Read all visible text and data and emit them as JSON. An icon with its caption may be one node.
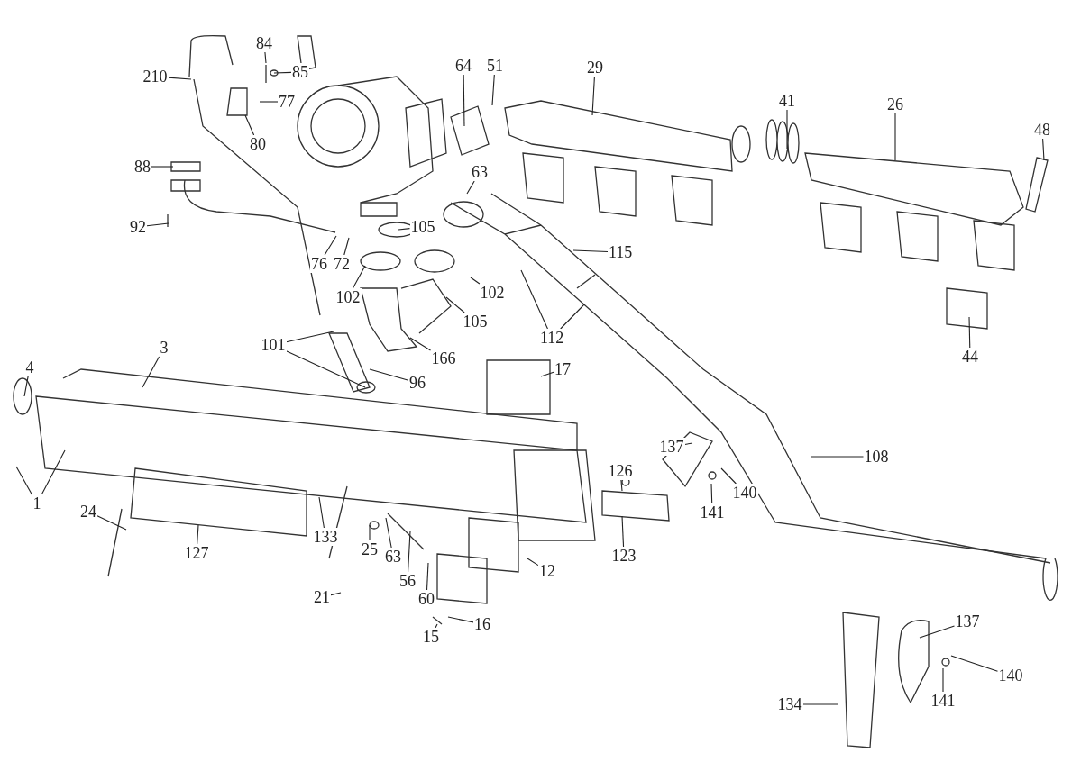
{
  "diagram": {
    "nodes": [
      {
        "text": [
          "84"
        ]
      },
      {
        "text": [
          "85"
        ]
      },
      {
        "text": [
          "210"
        ]
      },
      {
        "text": [
          "77"
        ]
      },
      {
        "text": [
          "80"
        ]
      },
      {
        "text": [
          "64"
        ]
      },
      {
        "text": [
          "51"
        ]
      },
      {
        "text": [
          "29"
        ]
      },
      {
        "text": [
          "41"
        ]
      },
      {
        "text": [
          "26"
        ]
      },
      {
        "text": [
          "48"
        ]
      },
      {
        "text": [
          "88"
        ]
      },
      {
        "text": [
          "63"
        ]
      },
      {
        "text": [
          "92"
        ]
      },
      {
        "text": [
          "105"
        ]
      },
      {
        "text": [
          "115"
        ]
      },
      {
        "text": [
          "76"
        ]
      },
      {
        "text": [
          "72"
        ]
      },
      {
        "text": [
          "102"
        ]
      },
      {
        "text": [
          "102"
        ]
      },
      {
        "text": [
          "105"
        ]
      },
      {
        "text": [
          "112"
        ]
      },
      {
        "text": [
          "44"
        ]
      },
      {
        "text": [
          "4"
        ]
      },
      {
        "text": [
          "3"
        ]
      },
      {
        "text": [
          "101"
        ]
      },
      {
        "text": [
          "166"
        ]
      },
      {
        "text": [
          "96"
        ]
      },
      {
        "text": [
          "17"
        ]
      },
      {
        "text": [
          "126"
        ]
      },
      {
        "text": [
          "137"
        ]
      },
      {
        "text": [
          "108"
        ]
      },
      {
        "text": [
          "140"
        ]
      },
      {
        "text": [
          "141"
        ]
      },
      {
        "text": [
          "1"
        ]
      },
      {
        "text": [
          "24"
        ]
      },
      {
        "text": [
          "127"
        ]
      },
      {
        "text": [
          "133"
        ]
      },
      {
        "text": [
          "25"
        ]
      },
      {
        "text": [
          "63"
        ]
      },
      {
        "text": [
          "56"
        ]
      },
      {
        "text": [
          "60"
        ]
      },
      {
        "text": [
          "12"
        ]
      },
      {
        "text": [
          "123"
        ]
      },
      {
        "text": [
          "21"
        ]
      },
      {
        "text": [
          "16"
        ]
      },
      {
        "text": [
          "15"
        ]
      },
      {
        "text": [
          "137"
        ]
      },
      {
        "text": [
          "140"
        ]
      },
      {
        "text": [
          "141"
        ]
      },
      {
        "text": [
          "134"
        ]
      }
    ],
    "edges": [
      {
        "from": 0,
        "to": null,
        "arrow": "none"
      },
      {
        "from": 1,
        "to": null,
        "arrow": "none"
      },
      {
        "from": 2,
        "to": null,
        "arrow": "none"
      },
      {
        "from": 3,
        "to": null,
        "arrow": "none"
      },
      {
        "from": 4,
        "to": null,
        "arrow": "none"
      },
      {
        "from": 5,
        "to": null,
        "arrow": "none"
      },
      {
        "from": 6,
        "to": null,
        "arrow": "none"
      },
      {
        "from": 7,
        "to": null,
        "arrow": "none"
      },
      {
        "from": 8,
        "to": null,
        "arrow": "none"
      },
      {
        "from": 9,
        "to": null,
        "arrow": "none"
      },
      {
        "from": 10,
        "to": null,
        "arrow": "none"
      },
      {
        "from": 11,
        "to": null,
        "arrow": "none"
      },
      {
        "from": 12,
        "to": null,
        "arrow": "none"
      },
      {
        "from": 13,
        "to": null,
        "arrow": "none"
      },
      {
        "from": 14,
        "to": null,
        "arrow": "none"
      },
      {
        "from": 15,
        "to": null,
        "arrow": "none"
      },
      {
        "from": 16,
        "to": null,
        "arrow": "none"
      },
      {
        "from": 17,
        "to": null,
        "arrow": "none"
      },
      {
        "from": 18,
        "to": null,
        "arrow": "none"
      },
      {
        "from": 19,
        "to": null,
        "arrow": "none"
      },
      {
        "from": 20,
        "to": null,
        "arrow": "none"
      },
      {
        "from": 21,
        "to": null,
        "arrow": "none"
      },
      {
        "from": 21,
        "to": null,
        "arrow": "none"
      },
      {
        "from": 22,
        "to": null,
        "arrow": "none"
      },
      {
        "from": 23,
        "to": null,
        "arrow": "none"
      },
      {
        "from": 24,
        "to": null,
        "arrow": "none"
      },
      {
        "from": 25,
        "to": null,
        "arrow": "none"
      },
      {
        "from": 25,
        "to": null,
        "arrow": "none"
      },
      {
        "from": 26,
        "to": null,
        "arrow": "none"
      },
      {
        "from": 27,
        "to": null,
        "arrow": "none"
      },
      {
        "from": 28,
        "to": null,
        "arrow": "none"
      },
      {
        "from": 29,
        "to": null,
        "arrow": "none"
      },
      {
        "from": 30,
        "to": null,
        "arrow": "none"
      },
      {
        "from": 31,
        "to": null,
        "arrow": "none"
      },
      {
        "from": 32,
        "to": null,
        "arrow": "none"
      },
      {
        "from": 33,
        "to": null,
        "arrow": "none"
      },
      {
        "from": 34,
        "to": null,
        "arrow": "none"
      },
      {
        "from": 34,
        "to": null,
        "arrow": "none"
      },
      {
        "from": 35,
        "to": null,
        "arrow": "none"
      },
      {
        "from": 36,
        "to": null,
        "arrow": "none"
      },
      {
        "from": 37,
        "to": null,
        "arrow": "none"
      },
      {
        "from": 38,
        "to": null,
        "arrow": "none"
      },
      {
        "from": 39,
        "to": null,
        "arrow": "none"
      },
      {
        "from": 40,
        "to": null,
        "arrow": "none"
      },
      {
        "from": 41,
        "to": null,
        "arrow": "none"
      },
      {
        "from": 42,
        "to": null,
        "arrow": "none"
      },
      {
        "from": 43,
        "to": null,
        "arrow": "none"
      },
      {
        "from": 44,
        "to": null,
        "arrow": "none"
      },
      {
        "from": 45,
        "to": null,
        "arrow": "none"
      },
      {
        "from": 46,
        "to": null,
        "arrow": "none"
      },
      {
        "from": 47,
        "to": null,
        "arrow": "none"
      },
      {
        "from": 48,
        "to": null,
        "arrow": "none"
      },
      {
        "from": 49,
        "to": null,
        "arrow": "none"
      },
      {
        "from": 50,
        "to": null,
        "arrow": "none"
      }
    ]
  }
}
